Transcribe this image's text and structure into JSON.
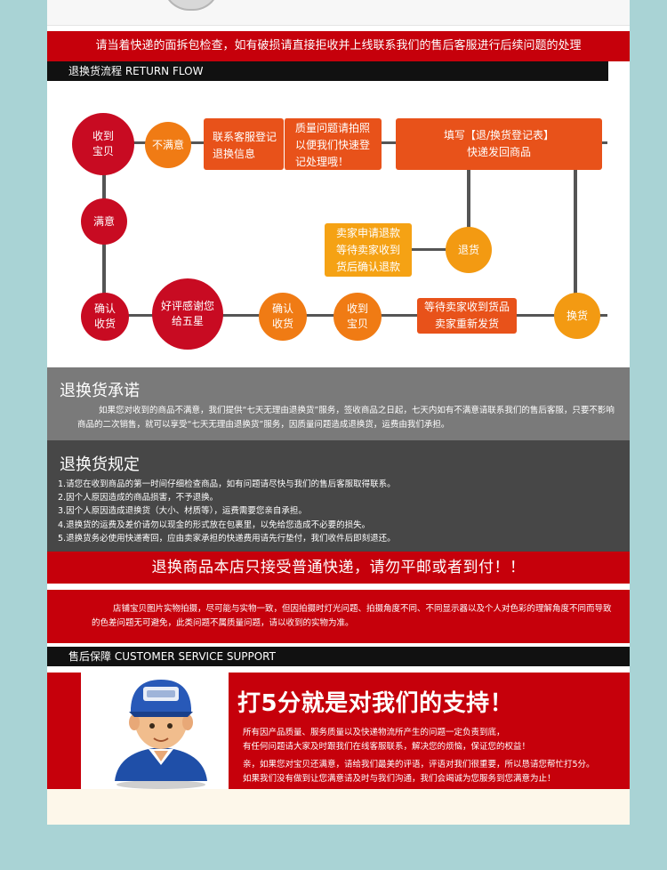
{
  "notice": "请当着快递的面拆包检查，如有破损请直接拒收并上线联系我们的售后客服进行后续问题的处理",
  "return_flow": {
    "title": "退换货流程  RETURN FLOW",
    "nodes": {
      "receive": "收到宝贝",
      "unsatisfied": "不满意",
      "contact": "联系客服登记退换信息",
      "quality": "质量问题请拍照以便我们快速登记处理哦！",
      "fill_form": "填写【退/换货登记表】快递发回商品",
      "satisfied": "满意",
      "seller_refund": "卖家申请退款等待卖家收到货后确认退款",
      "return": "退货",
      "confirm_receipt": "确认收货",
      "praise": "好评感谢您给五星",
      "confirm_receipt_2": "确认收货",
      "receive_2": "收到宝贝",
      "resend": "等待卖家收到货品卖家重新发货",
      "exchange": "换货"
    }
  },
  "promise": {
    "title": "退换货承诺",
    "text": "如果您对收到的商品不满意，我们提供“七天无理由退换货”服务，签收商品之日起，七天内如有不满意请联系我们的售后客服，只要不影响商品的二次销售，就可以享受“七天无理由退换货”服务，因质量问题造成退换货，运费由我们承担。"
  },
  "rules": {
    "title": "退换货规定",
    "items": [
      "1.请您在收到商品的第一时间仔细检查商品，如有问题请尽快与我们的售后客服取得联系。",
      "2.因个人原因造成的商品损害，不予退换。",
      "3.因个人原因造成退换货（大小、材质等），运费需要您亲自承担。",
      "4.退换货的运费及差价请勿以现金的形式放在包裹里，以免给您造成不必要的损失。",
      "5.退换货务必使用快递寄回，应由卖家承担的快递费用请先行垫付，我们收件后即刻退还。"
    ]
  },
  "banner": "退换商品本店只接受普通快递，请勿平邮或者到付！！",
  "photo_note": "店铺宝贝图片实物拍摄，尽可能与实物一致，但因拍摄时灯光问题、拍摄角度不同、不同显示器以及个人对色彩的理解角度不同而导致的色差问题无可避免，此类问题不属质量问题，请以收到的实物为准。",
  "support": {
    "title": "售后保障  CUSTOMER SERVICE SUPPORT",
    "headline": "打5分就是对我们的支持！",
    "line1": "所有因产品质量、服务质量以及快递物流所产生的问题一定负责到底，",
    "line2": "有任何问题请大家及时跟我们在线客服联系，解决您的烦恼，保证您的权益！",
    "line3": "亲，如果您对宝贝还满意，请给我们最美的评语，评语对我们很重要，所以恳请您帮忙打5分。",
    "line4": "如果我们没有做到让您满意请及时与我们沟通，我们会竭诚为您服务到您满意为止！"
  },
  "colors": {
    "red": "#c6000b",
    "orange": "#e8521a",
    "yellow": "#f5a214",
    "background": "#a9d3d5"
  }
}
